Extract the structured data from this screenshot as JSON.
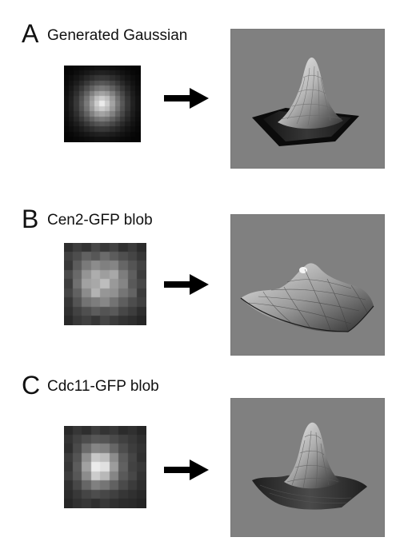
{
  "panels": [
    {
      "letter": "A",
      "title": "Generated Gaussian",
      "thumb_grid": [
        [
          0.02,
          0.02,
          0.03,
          0.04,
          0.05,
          0.06,
          0.07,
          0.07,
          0.07,
          0.06,
          0.05,
          0.04,
          0.03,
          0.02,
          0.02
        ],
        [
          0.02,
          0.03,
          0.05,
          0.07,
          0.09,
          0.11,
          0.12,
          0.13,
          0.12,
          0.11,
          0.09,
          0.07,
          0.05,
          0.03,
          0.02
        ],
        [
          0.03,
          0.05,
          0.08,
          0.11,
          0.15,
          0.18,
          0.21,
          0.22,
          0.21,
          0.18,
          0.15,
          0.11,
          0.08,
          0.05,
          0.03
        ],
        [
          0.04,
          0.07,
          0.11,
          0.16,
          0.22,
          0.28,
          0.32,
          0.34,
          0.32,
          0.28,
          0.22,
          0.16,
          0.11,
          0.07,
          0.04
        ],
        [
          0.05,
          0.09,
          0.15,
          0.22,
          0.3,
          0.38,
          0.45,
          0.48,
          0.45,
          0.38,
          0.3,
          0.22,
          0.15,
          0.09,
          0.05
        ],
        [
          0.06,
          0.11,
          0.18,
          0.28,
          0.38,
          0.5,
          0.6,
          0.64,
          0.6,
          0.5,
          0.38,
          0.28,
          0.18,
          0.11,
          0.06
        ],
        [
          0.07,
          0.12,
          0.21,
          0.32,
          0.45,
          0.6,
          0.74,
          0.8,
          0.74,
          0.6,
          0.45,
          0.32,
          0.21,
          0.12,
          0.07
        ],
        [
          0.07,
          0.13,
          0.22,
          0.34,
          0.48,
          0.64,
          0.8,
          0.92,
          0.8,
          0.64,
          0.48,
          0.34,
          0.22,
          0.13,
          0.07
        ],
        [
          0.07,
          0.12,
          0.21,
          0.32,
          0.45,
          0.6,
          0.74,
          0.8,
          0.74,
          0.6,
          0.45,
          0.32,
          0.21,
          0.12,
          0.07
        ],
        [
          0.06,
          0.11,
          0.18,
          0.28,
          0.38,
          0.5,
          0.6,
          0.64,
          0.6,
          0.5,
          0.38,
          0.28,
          0.18,
          0.11,
          0.06
        ],
        [
          0.05,
          0.09,
          0.15,
          0.22,
          0.3,
          0.38,
          0.45,
          0.48,
          0.45,
          0.38,
          0.3,
          0.22,
          0.15,
          0.09,
          0.05
        ],
        [
          0.04,
          0.07,
          0.11,
          0.16,
          0.22,
          0.28,
          0.32,
          0.34,
          0.32,
          0.28,
          0.22,
          0.16,
          0.11,
          0.07,
          0.04
        ],
        [
          0.03,
          0.05,
          0.08,
          0.11,
          0.15,
          0.18,
          0.21,
          0.22,
          0.21,
          0.18,
          0.15,
          0.11,
          0.08,
          0.05,
          0.03
        ],
        [
          0.02,
          0.03,
          0.05,
          0.07,
          0.09,
          0.11,
          0.12,
          0.13,
          0.12,
          0.11,
          0.09,
          0.07,
          0.05,
          0.03,
          0.02
        ],
        [
          0.02,
          0.02,
          0.03,
          0.04,
          0.05,
          0.06,
          0.07,
          0.07,
          0.07,
          0.06,
          0.05,
          0.04,
          0.03,
          0.02,
          0.02
        ]
      ]
    },
    {
      "letter": "B",
      "title": "Cen2-GFP blob",
      "thumb_grid": [
        [
          0.18,
          0.24,
          0.2,
          0.28,
          0.22,
          0.26,
          0.19,
          0.23,
          0.17
        ],
        [
          0.25,
          0.3,
          0.38,
          0.34,
          0.42,
          0.36,
          0.31,
          0.27,
          0.21
        ],
        [
          0.22,
          0.36,
          0.48,
          0.55,
          0.5,
          0.52,
          0.4,
          0.33,
          0.26
        ],
        [
          0.29,
          0.41,
          0.58,
          0.68,
          0.62,
          0.66,
          0.49,
          0.37,
          0.24
        ],
        [
          0.24,
          0.44,
          0.63,
          0.66,
          0.74,
          0.6,
          0.52,
          0.35,
          0.28
        ],
        [
          0.27,
          0.38,
          0.55,
          0.7,
          0.59,
          0.57,
          0.46,
          0.39,
          0.23
        ],
        [
          0.21,
          0.33,
          0.45,
          0.49,
          0.53,
          0.45,
          0.37,
          0.3,
          0.25
        ],
        [
          0.19,
          0.26,
          0.31,
          0.36,
          0.33,
          0.35,
          0.28,
          0.24,
          0.18
        ],
        [
          0.16,
          0.22,
          0.25,
          0.21,
          0.27,
          0.23,
          0.2,
          0.18,
          0.15
        ]
      ]
    },
    {
      "letter": "C",
      "title": "Cdc11-GFP blob",
      "thumb_grid": [
        [
          0.16,
          0.21,
          0.18,
          0.24,
          0.2,
          0.22,
          0.17,
          0.19,
          0.15
        ],
        [
          0.2,
          0.26,
          0.3,
          0.34,
          0.33,
          0.29,
          0.25,
          0.22,
          0.18
        ],
        [
          0.18,
          0.29,
          0.42,
          0.52,
          0.5,
          0.4,
          0.3,
          0.24,
          0.2
        ],
        [
          0.23,
          0.33,
          0.56,
          0.78,
          0.74,
          0.55,
          0.36,
          0.27,
          0.19
        ],
        [
          0.21,
          0.36,
          0.63,
          0.92,
          0.88,
          0.61,
          0.38,
          0.26,
          0.22
        ],
        [
          0.24,
          0.34,
          0.55,
          0.8,
          0.72,
          0.52,
          0.35,
          0.28,
          0.2
        ],
        [
          0.19,
          0.28,
          0.4,
          0.5,
          0.46,
          0.38,
          0.29,
          0.23,
          0.18
        ],
        [
          0.17,
          0.22,
          0.27,
          0.3,
          0.28,
          0.25,
          0.21,
          0.19,
          0.16
        ],
        [
          0.15,
          0.19,
          0.21,
          0.18,
          0.22,
          0.19,
          0.17,
          0.16,
          0.14
        ]
      ]
    }
  ],
  "colors": {
    "page_background": "#ffffff",
    "plot_background": "#808080",
    "arrow": "#000000",
    "text": "#111111"
  },
  "icons": {
    "arrow": "right-arrow-icon"
  }
}
